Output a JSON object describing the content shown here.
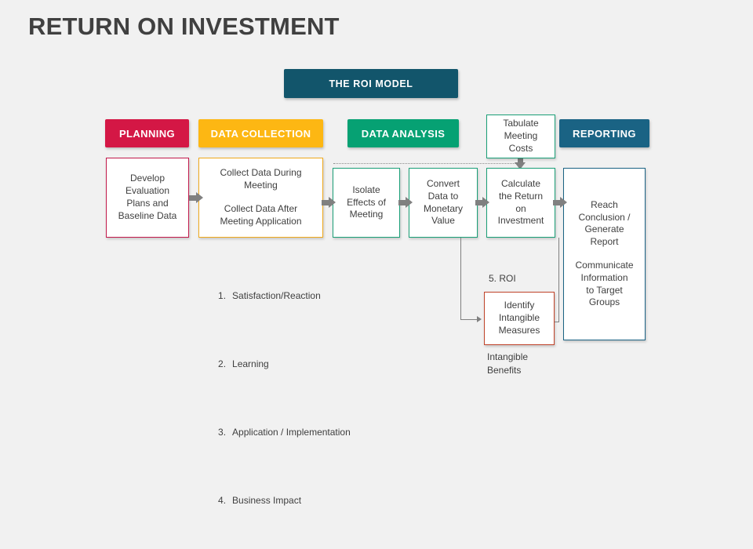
{
  "page": {
    "title": "RETURN ON INVESTMENT",
    "background": "#f1f1f1",
    "title_color": "#404040"
  },
  "banner": {
    "label": "THE ROI MODEL",
    "color": "#12556b"
  },
  "phases": [
    {
      "key": "planning",
      "label": "PLANNING",
      "color": "#d41745"
    },
    {
      "key": "collection",
      "label": "DATA COLLECTION",
      "color": "#fdb713"
    },
    {
      "key": "analysis",
      "label": "DATA ANALYSIS",
      "color": "#06a173"
    },
    {
      "key": "reporting",
      "label": "REPORTING",
      "color": "#1a6384"
    }
  ],
  "boxes": {
    "develop": {
      "line1": "Develop\nEvaluation\nPlans and\nBaseline Data",
      "border": "#c2194b"
    },
    "collect": {
      "line1": "Collect Data During\nMeeting",
      "line2": "Collect Data After\nMeeting Application",
      "border": "#f0a91b"
    },
    "isolate": {
      "line1": "Isolate\nEffects of\nMeeting",
      "border": "#1a9f77"
    },
    "convert": {
      "line1": "Convert\nData to\nMonetary\nValue",
      "border": "#1a9f77"
    },
    "calculate": {
      "line1": "Calculate\nthe Return\non\nInvestment",
      "border": "#1a9f77"
    },
    "tabulate": {
      "line1": "Tabulate\nMeeting\nCosts",
      "border": "#1a9f77"
    },
    "identify": {
      "line1": "Identify\nIntangible\nMeasures",
      "border": "#c0442a"
    },
    "report": {
      "line1": "Reach\nConclusion /\nGenerate\nReport",
      "line2": "Communicate\nInformation\nto Target\nGroups",
      "border": "#1a6384"
    }
  },
  "steps_list": [
    {
      "num": "1.",
      "label": "Satisfaction/Reaction"
    },
    {
      "num": "2.",
      "label": "Learning"
    },
    {
      "num": "3.",
      "label": "Application / Implementation"
    },
    {
      "num": "4.",
      "label": "Business Impact"
    }
  ],
  "annotations": {
    "roi_label": "5. ROI",
    "intangible_label": "Intangible\nBenefits"
  }
}
